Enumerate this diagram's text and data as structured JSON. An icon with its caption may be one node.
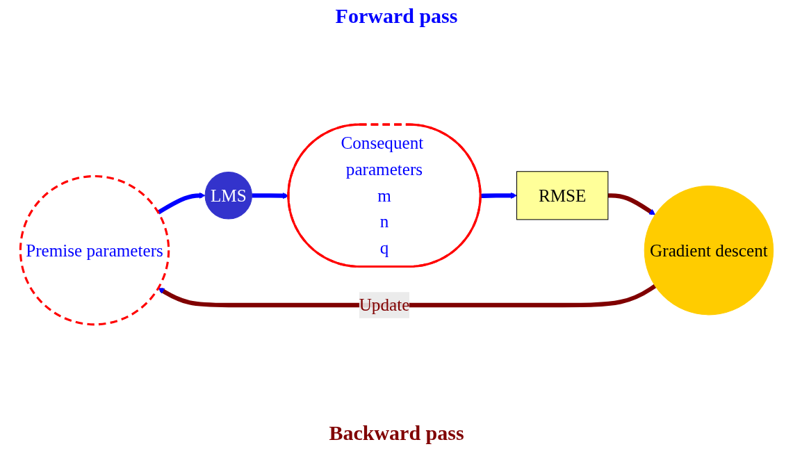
{
  "diagram": {
    "nodes": [
      {
        "text": [
          "Premise parameters"
        ]
      },
      {
        "text": [
          "LMS"
        ]
      },
      {
        "text": [
          "Consequent parameters",
          "m",
          "n",
          "q"
        ]
      },
      {
        "text": [
          "RMSE"
        ]
      },
      {
        "text": [
          "Gradient descent"
        ]
      }
    ],
    "edges": [
      {
        "from": 0,
        "to": 1,
        "arrow": "to"
      },
      {
        "from": 1,
        "to": 2,
        "arrow": "to"
      },
      {
        "from": 2,
        "to": 3,
        "arrow": "to"
      },
      {
        "from": 3,
        "to": 4,
        "arrow": "to",
        "color": "#800000"
      },
      {
        "from": 4,
        "to": 0,
        "arrow": "to",
        "label": "Update",
        "color": "#800000"
      }
    ],
    "labels": [
      "Forward pass",
      "Backward pass"
    ]
  }
}
